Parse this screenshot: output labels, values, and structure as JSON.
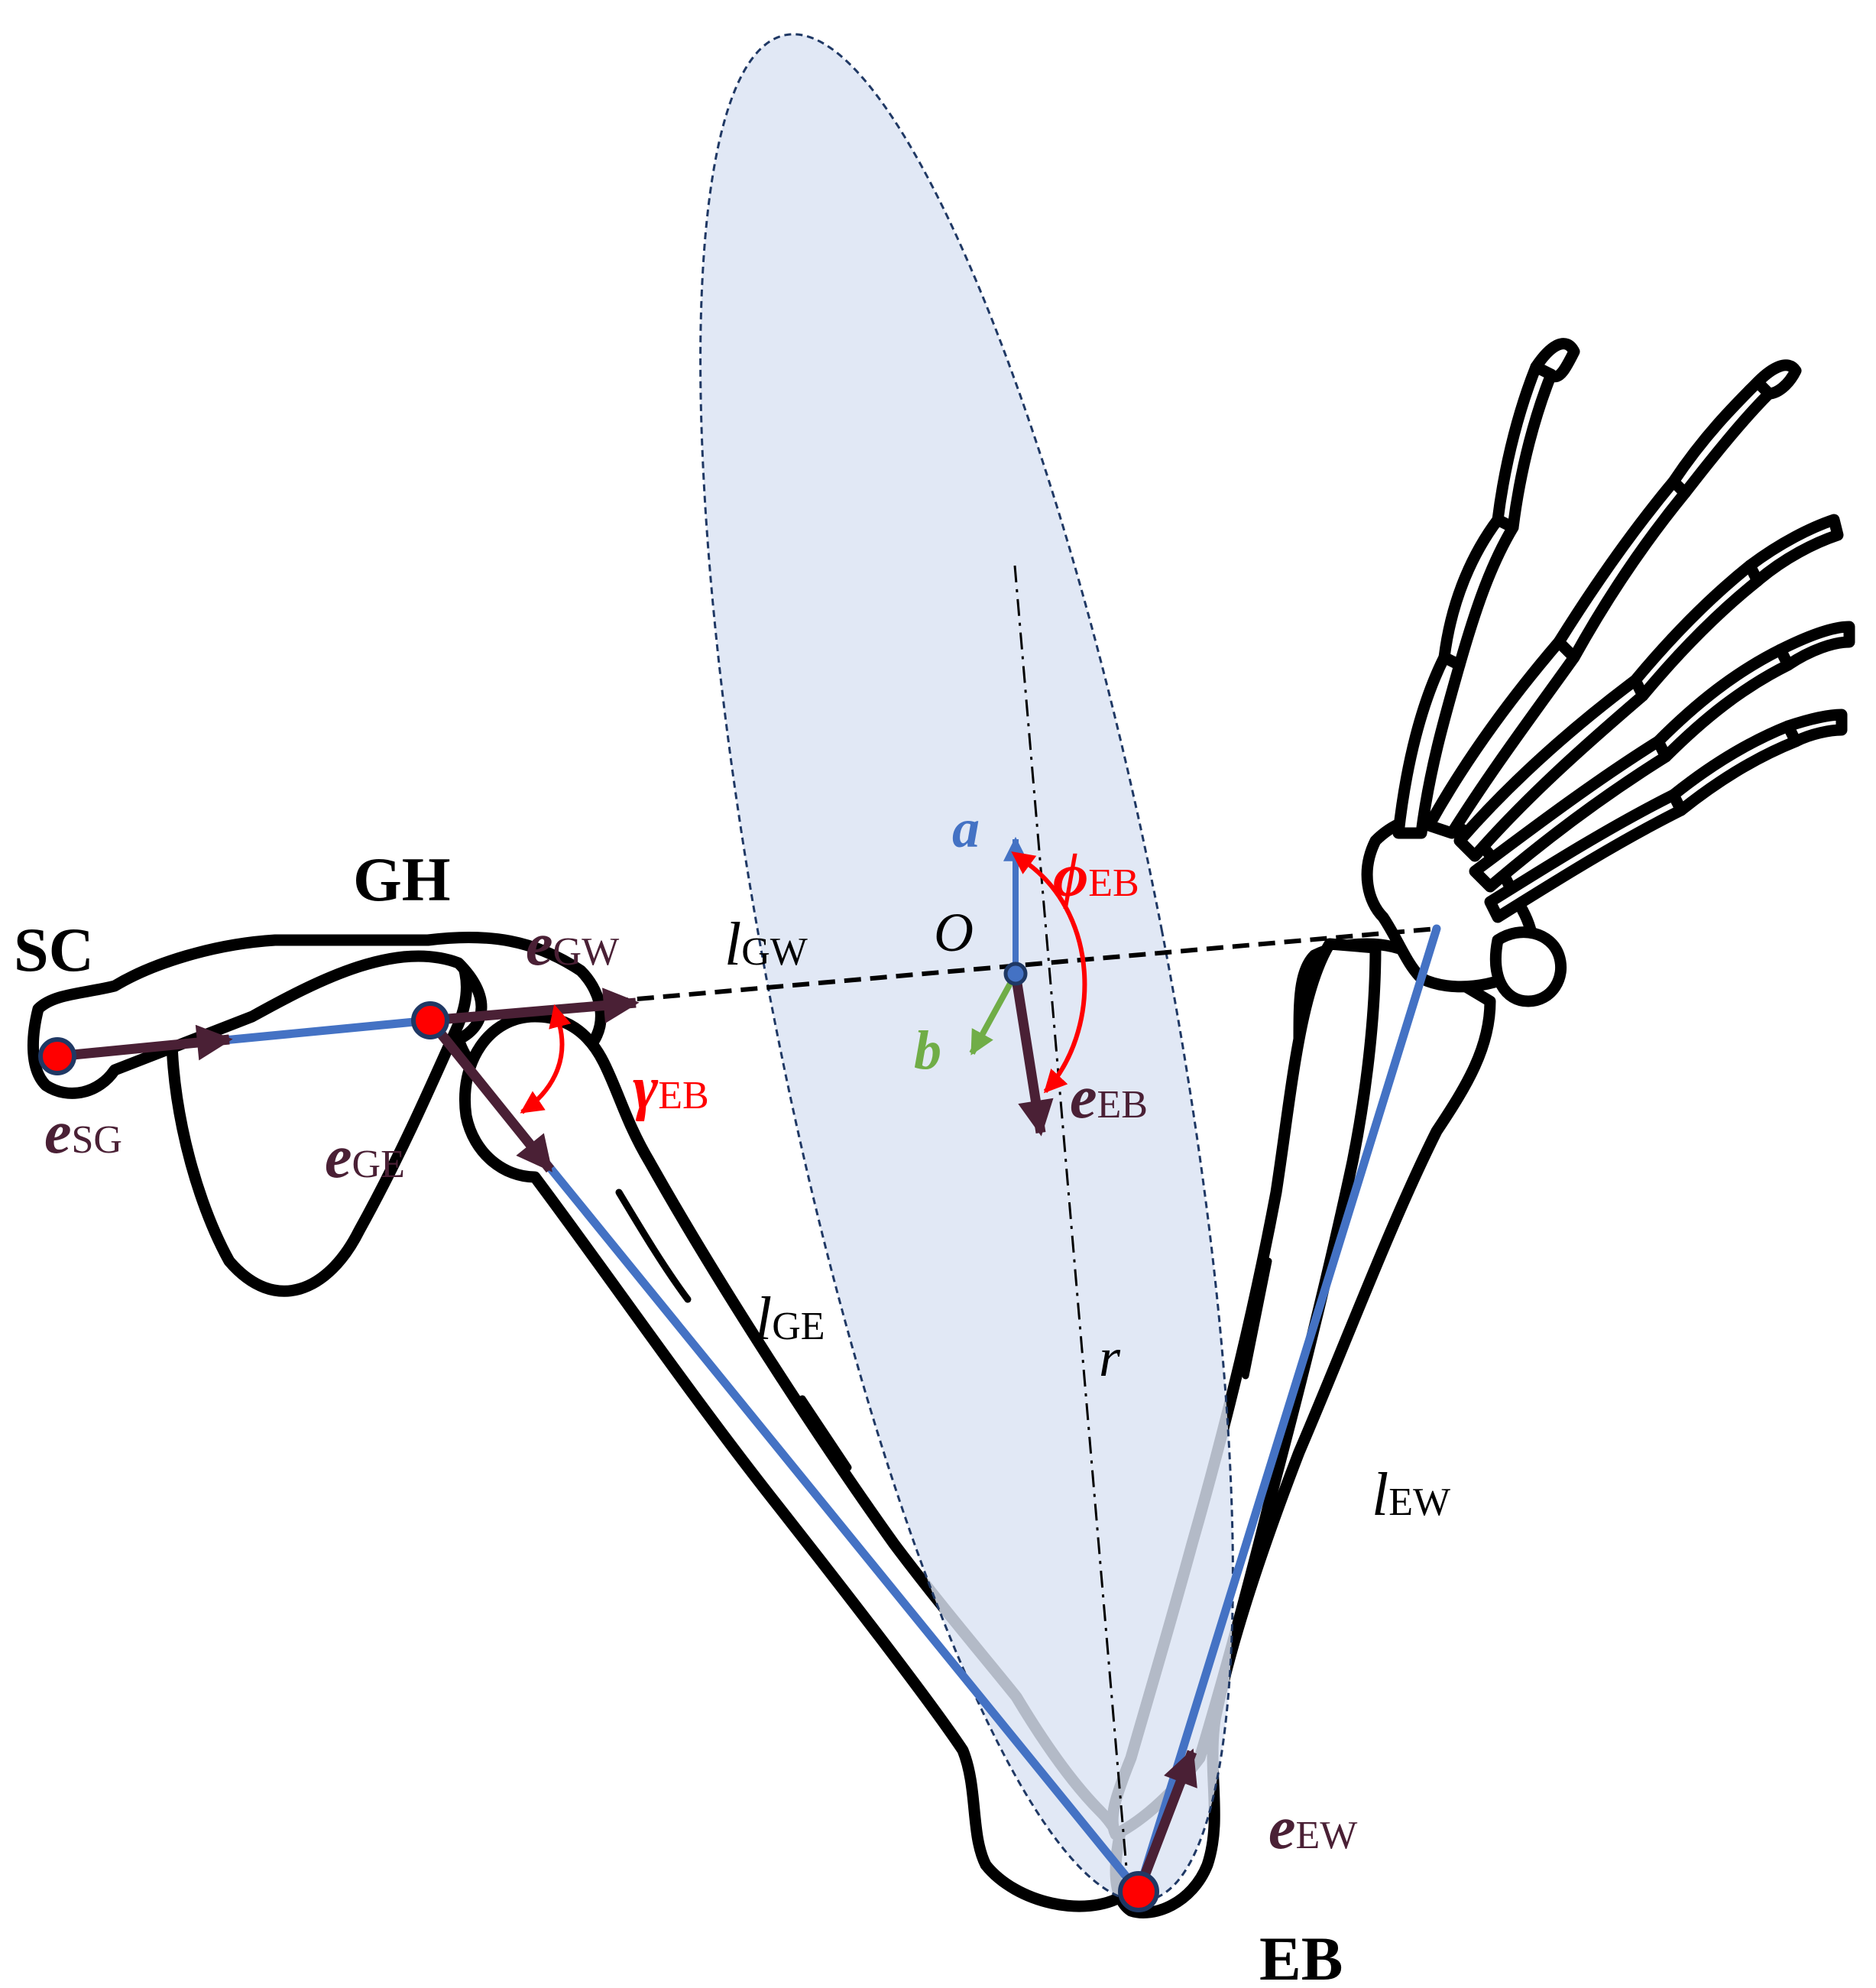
{
  "joints": {
    "sc": "SC",
    "gh": "GH",
    "eb": "EB",
    "origin": "O"
  },
  "vectors": {
    "e_sg": {
      "base": "e",
      "sub": "SG"
    },
    "e_gw": {
      "base": "e",
      "sub": "GW"
    },
    "e_ge": {
      "base": "e",
      "sub": "GE"
    },
    "e_eb": {
      "base": "e",
      "sub": "EB"
    },
    "e_ew": {
      "base": "e",
      "sub": "EW"
    },
    "a": "a",
    "b": "b"
  },
  "lengths": {
    "l_gw": {
      "base": "l",
      "sub": "GW"
    },
    "l_ge": {
      "base": "l",
      "sub": "GE"
    },
    "l_ew": {
      "base": "l",
      "sub": "EW"
    },
    "r": "r"
  },
  "angles": {
    "gamma_eb": {
      "base": "γ",
      "sub": "EB"
    },
    "phi_eb": {
      "base": "ϕ",
      "sub": "EB"
    }
  },
  "colors": {
    "joint": "#ff0000",
    "joint_outline": "#1f3864",
    "segment": "#4472c4",
    "unit_vector": "#4a2035",
    "angle": "#ff0000",
    "axis_a": "#4472c4",
    "axis_b": "#70ad47",
    "ellipse_fill": "#dae3f3",
    "ellipse_stroke": "#1f3864"
  }
}
